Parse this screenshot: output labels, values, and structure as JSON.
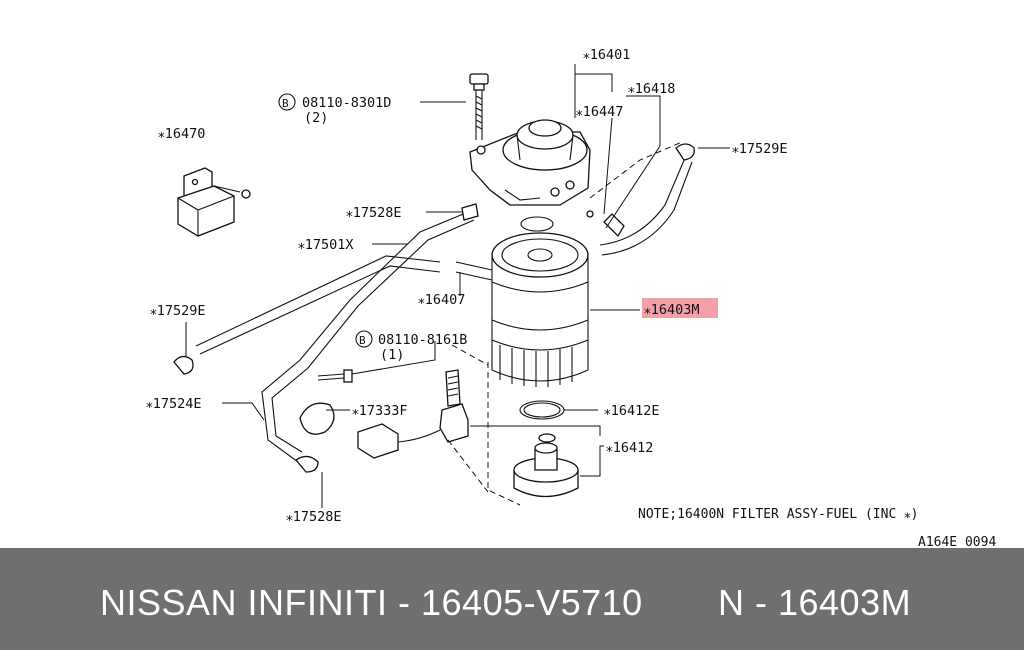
{
  "callouts": {
    "c16401": "⁎16401",
    "c16418": "⁎16418",
    "c16447": "⁎16447",
    "c17529e_top": "⁎17529E",
    "c16470": "⁎16470",
    "c17528e_mid": "⁎17528E",
    "c17501x": "⁎17501X",
    "c16407": "⁎16407",
    "c16403m": "⁎16403M",
    "c17529e_left": "⁎17529E",
    "c08110_8161b": "08110-8161B",
    "c08110_8161b_qty": "(1)",
    "c08110_8301d": "08110-8301D",
    "c08110_8301d_qty": "(2)",
    "bolt_marker": "B",
    "c17524e": "⁎17524E",
    "c17333f": "⁎17333F",
    "c16412e": "⁎16412E",
    "c16412": "⁎16412",
    "c17528e_bottom": "⁎17528E"
  },
  "highlight_color": "#f4a0a8",
  "note": "NOTE;16400N FILTER ASSY-FUEL (INC ⁎)",
  "figure_code": "A164E 0094",
  "footer": {
    "brand": "NISSAN INFINITI - 16405-V5710",
    "part": "N - 16403M"
  }
}
